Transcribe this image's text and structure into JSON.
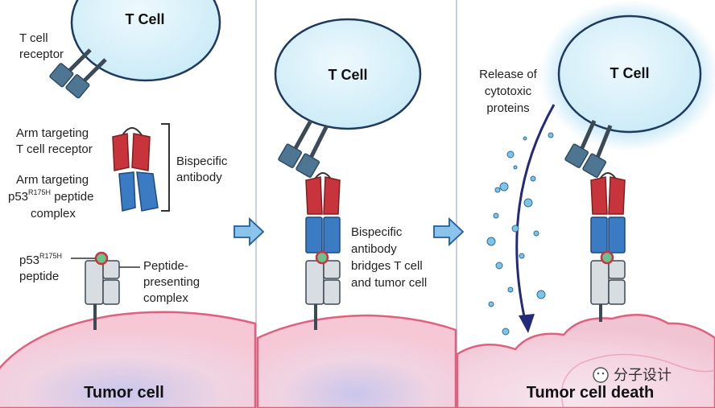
{
  "colors": {
    "tcell_fill": "#dff3fb",
    "tcell_stroke": "#1f3a5c",
    "tumor_fill": "#f3c9d6",
    "tumor_stroke": "#e0607f",
    "red_arm": "#c8343c",
    "blue_arm": "#3b7bc4",
    "receptor": "#4e7693",
    "complex": "#d8dde1",
    "peptide": "#6ec18a",
    "arrow_fill": "#8cc3ea",
    "arrow_stroke": "#1f5f9e",
    "dark_arrow": "#232a7a",
    "panel_divider": "#c5d2dc"
  },
  "panel1": {
    "tcell_title": "T Cell",
    "tcr_label_line1": "T cell",
    "tcr_label_line2": "receptor",
    "arm_tcr_line1": "Arm targeting",
    "arm_tcr_line2": "T cell receptor",
    "arm_pep_line1": "Arm targeting",
    "arm_pep_line2_prefix": "p53",
    "arm_pep_line2_sup": "R175H",
    "arm_pep_line2_suffix": " peptide",
    "arm_pep_line3": "complex",
    "bispecific_line1": "Bispecific",
    "bispecific_line2": "antibody",
    "p53_label_prefix": "p53",
    "p53_label_sup": "R175H",
    "p53_label_line2": "peptide",
    "presenting_line1": "Peptide-",
    "presenting_line2": "presenting",
    "presenting_line3": "complex",
    "tumor_title": "Tumor cell"
  },
  "panel2": {
    "tcell_title": "T Cell",
    "caption_line1": "Bispecific",
    "caption_line2": "antibody",
    "caption_line3": "bridges T cell",
    "caption_line4": "and tumor cell"
  },
  "panel3": {
    "tcell_title": "T Cell",
    "release_line1": "Release of",
    "release_line2": "cytotoxic",
    "release_line3": "proteins",
    "tumor_title": "Tumor cell death",
    "watermark": "分子设计"
  }
}
